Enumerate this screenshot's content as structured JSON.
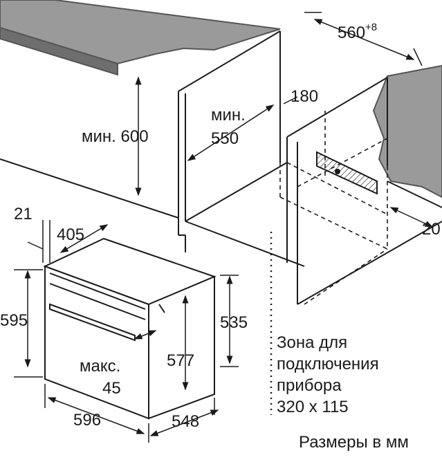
{
  "dimensions": {
    "niche_width": "560",
    "niche_width_tolerance": "+8",
    "rear_cutout": "180",
    "min_depth_label": "мин.",
    "min_depth": "550",
    "min_height": "мин. 600",
    "side_gap": "20",
    "front_panel": "21",
    "door_depth": "405",
    "oven_height": "595",
    "oven_body_height": "535",
    "inner_height": "577",
    "max_label": "макс.",
    "max_value": "45",
    "oven_width": "596",
    "oven_depth": "548"
  },
  "connection_zone": {
    "line1": "Зона для",
    "line2": "подключения",
    "line3": "прибора",
    "line4": "320 x 115"
  },
  "units_note": "Размеры в мм",
  "colors": {
    "countertop": "#8f8f8f",
    "countertop_edge": "#6e6e6e",
    "line": "#1a1a1a"
  }
}
